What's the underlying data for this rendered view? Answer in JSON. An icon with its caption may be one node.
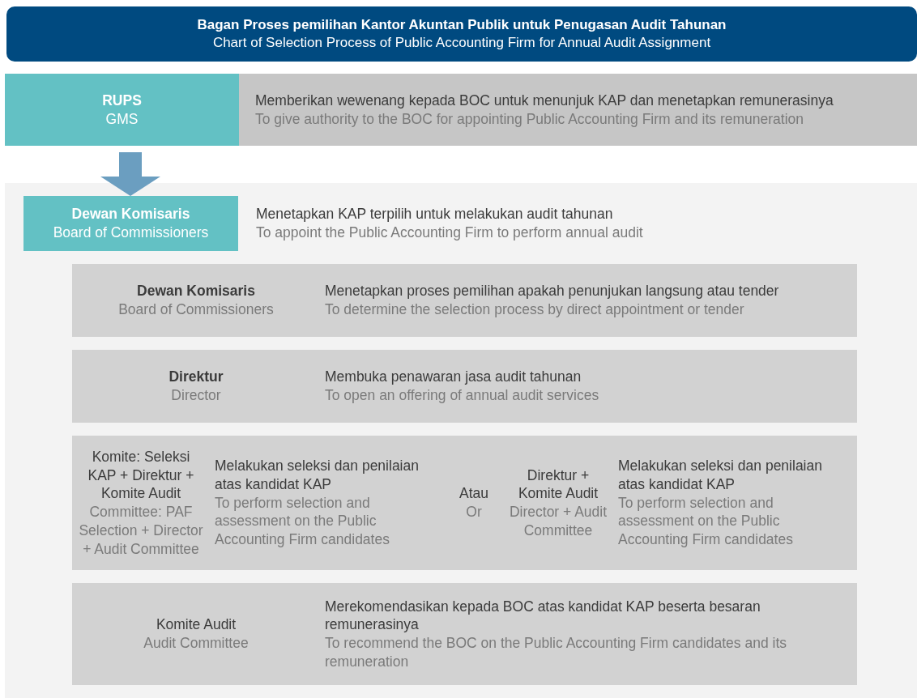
{
  "diagram": {
    "nodes": [
      {
        "text": [
          "Bagan Proses pemilihan Kantor Akuntan Publik untuk Penugasan Audit Tahunan",
          "Chart of Selection Process of Public Accounting Firm for Annual Audit Assignment"
        ]
      },
      {
        "text": [
          "RUPS",
          "GMS"
        ]
      },
      {
        "text": [
          "Memberikan wewenang kepada BOC untuk menunjuk KAP dan menetapkan remunerasinya",
          "To give authority to the BOC for appointing Public Accounting Firm and its remuneration"
        ]
      },
      {
        "text": [],
        "shape": "box"
      },
      {
        "text": [
          "Dewan Komisaris",
          "Board of Commissioners"
        ],
        "in": 3,
        "beside": [
          "Menetapkan KAP terpilih untuk melakukan audit tahunan",
          "To appoint the Public Accounting Firm to perform annual audit"
        ]
      },
      {
        "text": [
          "Dewan Komisaris",
          "Board of Commissioners",
          "Menetapkan proses pemilihan apakah penunjukan langsung atau tender",
          "To determine the selection process by direct appointment or tender"
        ],
        "in": 3
      },
      {
        "text": [
          "Direktur",
          "Director",
          "Membuka penawaran jasa audit tahunan",
          "To open an offering of annual audit services"
        ],
        "in": 3
      },
      {
        "text": [
          "Komite: Seleksi KAP + Direktur + Komite Audit",
          "Committee: PAF Selection + Director + Audit Committee",
          "Melakukan seleksi dan penilaian atas kandidat KAP",
          "To perform selection and assessment on the Public Accounting Firm candidates",
          "Atau",
          "Or",
          "Direktur + Komite Audit",
          "Director + Audit Committee",
          "Melakukan seleksi dan penilaian atas kandidat KAP",
          "To perform selection and assessment on the Public Accounting Firm candidates"
        ],
        "in": 3
      },
      {
        "text": [
          "Komite Audit",
          "Audit Committee",
          "Merekomendasikan kepada BOC atas kandidat KAP beserta besaran remunerasinya",
          "To recommend the BOC on the Public Accounting Firm candidates and its remuneration"
        ],
        "in": 3
      }
    ],
    "edges": [
      {
        "from": 1,
        "to": 4,
        "arrow": "to"
      }
    ]
  }
}
